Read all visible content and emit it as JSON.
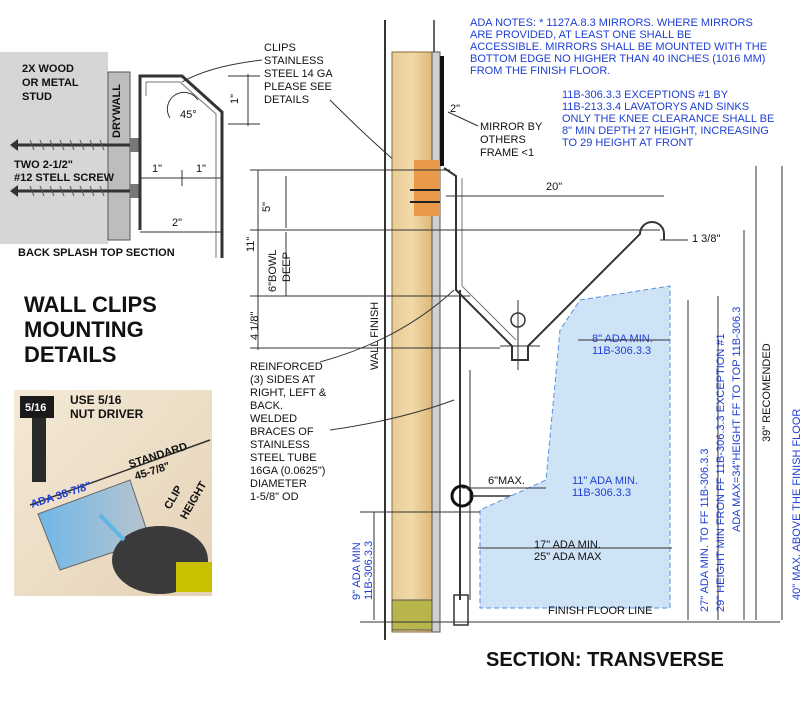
{
  "detail_top": {
    "stud_label": [
      "2X WOOD",
      "OR METAL",
      "STUD"
    ],
    "drywall_label": "DRYWALL",
    "screw_label": [
      "TWO 2-1/2\"",
      "#12 STELL SCREW"
    ],
    "section_title": "BACK SPLASH TOP SECTION",
    "angle": "45°",
    "dim_1in_vert": "1\"",
    "dim_1in_a": "1\"",
    "dim_1in_b": "1\"",
    "dim_2in": "2\"",
    "clips_note": [
      "CLIPS",
      "STAINLESS",
      "STEEL 14 GA",
      "PLEASE SEE",
      "DETAILS"
    ]
  },
  "wall_clips": {
    "title": [
      "WALL CLIPS",
      "MOUNTING",
      "DETAILS"
    ],
    "driver_badge": "5/16",
    "driver_text": [
      "USE 5/16",
      "NUT DRIVER"
    ],
    "standard": [
      "STANDARD",
      "45-7/8\""
    ],
    "ada": "ADA  38-7/8\"",
    "clip_height": [
      "CLIP",
      "HEIGHT"
    ]
  },
  "ada_notes": [
    "ADA NOTES: * 1127A.8.3 MIRRORS.  WHERE MIRRORS",
    "ARE PROVIDED, AT LEAST ONE SHALL BE",
    "ACCESSIBLE. MIRRORS SHALL BE MOUNTED WITH THE",
    "BOTTOM EDGE NO HIGHER THAN 40 INCHES (1016 MM)",
    "FROM THE FINISH FLOOR."
  ],
  "exceptions_note": [
    "11B-306.3.3 EXCEPTIONS #1 BY",
    "11B-213.3.4 LAVATORYS AND SINKS",
    "ONLY THE KNEE CLEARANCE SHALL BE",
    "8\" MIN DEPTH 27 HEIGHT, INCREASING",
    "TO 29 HEIGHT AT FRONT"
  ],
  "section": {
    "mirror_label": [
      "MIRROR BY",
      "OTHERS",
      "FRAME <1"
    ],
    "dim_2in": "2\"",
    "dim_20in": "20\"",
    "dim_1_3_8": "1 3/8\"",
    "dim_5in": "5\"",
    "dim_11in": "11\"",
    "bowl_deep": [
      "6\"BOWL",
      "DEEP"
    ],
    "dim_4_1_8": "4 1/8\"",
    "wall_finish": "WALL FINISH",
    "reinforced_note": [
      "REINFORCED",
      "(3) SIDES AT",
      "RIGHT, LEFT &",
      "BACK.",
      "WELDED",
      "BRACES OF",
      "STAINLESS",
      "STEEL TUBE",
      "16GA (0.0625\")",
      "DIAMETER",
      "1-5/8\" OD"
    ],
    "ada_8in": [
      "8\" ADA MIN.",
      "11B-306.3.3"
    ],
    "dim_6max": "6\"MAX.",
    "ada_11in": [
      "11\" ADA MIN.",
      "11B-306.3.3"
    ],
    "ada_17_25": [
      "17\" ADA MIN.",
      "25\" ADA MAX"
    ],
    "ada_9in": [
      "9\" ADA MIN",
      "11B-306.3.3"
    ],
    "finish_floor": "FINISH FLOOR LINE",
    "vert_27": "27\" ADA MIN. TO FF 11B-306.3.3",
    "vert_29": "29\" HEIGHT MIN FRON FF 11B-306.3.3 EXCEPTION #1",
    "vert_34": "ADA MAX=34\"HEIGHT FF TO TOP 11B-306.3",
    "vert_39": "39\" RECOMENDED",
    "vert_40": "40\" MAX. ABOVE THE FINISH FLOOR",
    "title": "SECTION: TRANSVERSE"
  },
  "colors": {
    "blue_text": "#1f3fd6",
    "knee_fill": "#cfe3f7",
    "wood": "#e3c48d",
    "gray_panel": "#d8d8d8"
  }
}
